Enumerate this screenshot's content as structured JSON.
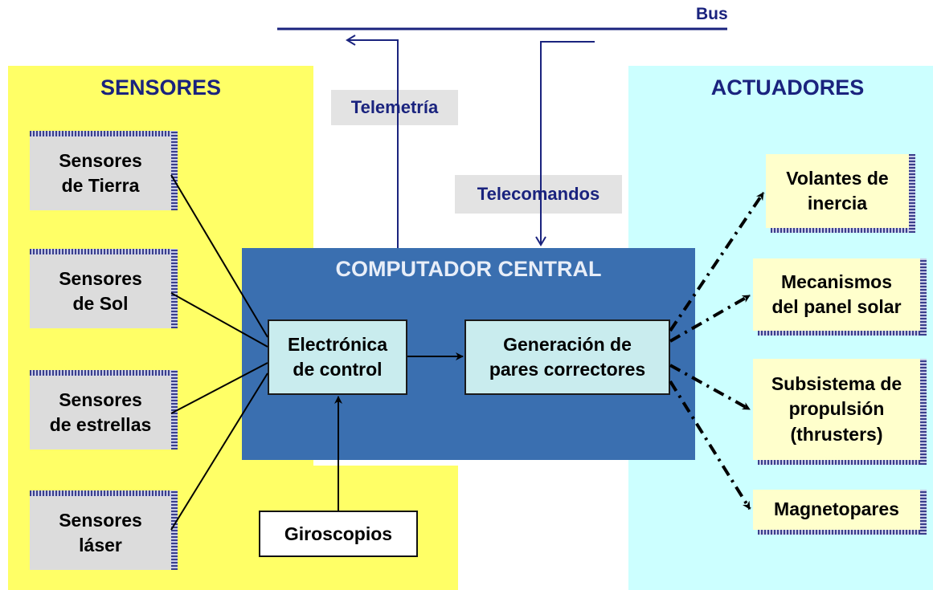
{
  "bus": {
    "label": "Bus"
  },
  "telemetry": {
    "label": "Telemetría"
  },
  "telecommands": {
    "label": "Telecomandos"
  },
  "sensors": {
    "title": "SENSORES",
    "items": [
      {
        "label": "Sensores\nde Tierra"
      },
      {
        "label": "Sensores\nde Sol"
      },
      {
        "label": "Sensores\nde estrellas"
      },
      {
        "label": "Sensores\nláser"
      }
    ]
  },
  "actuators": {
    "title": "ACTUADORES",
    "items": [
      {
        "label": "Volantes de\ninercia"
      },
      {
        "label": "Mecanismos\ndel panel solar"
      },
      {
        "label": "Subsistema de\npropulsión\n(thrusters)"
      },
      {
        "label": "Magnetopares"
      }
    ]
  },
  "computer": {
    "title": "COMPUTADOR CENTRAL",
    "control": "Electrónica\nde control",
    "torque": "Generación de\npares correctores"
  },
  "gyros": {
    "label": "Giroscopios"
  },
  "colors": {
    "sensor_panel": "#ffff66",
    "actuator_panel": "#ccffff",
    "computer": "#3a6fb0",
    "navy": "#1a237e"
  }
}
